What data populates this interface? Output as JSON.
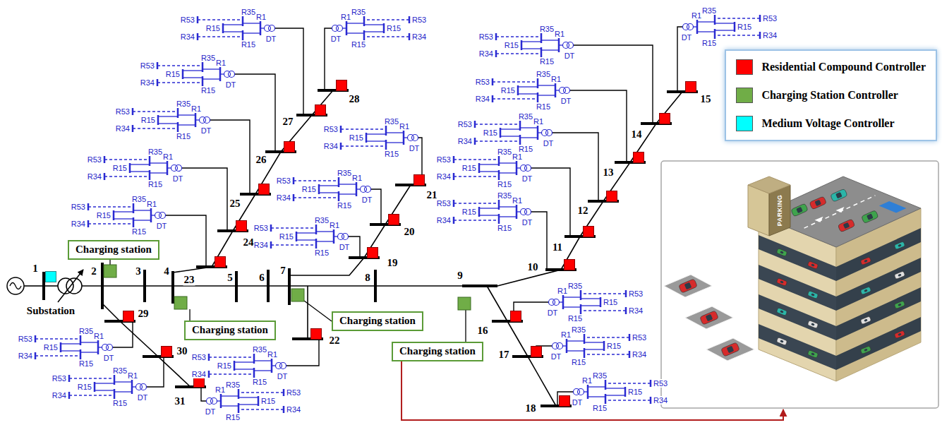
{
  "diagram": {
    "nodes": [
      {
        "text": [
          "Charging station"
        ]
      },
      {
        "text": [
          "Charging station"
        ]
      },
      {
        "text": [
          "Charging station"
        ]
      },
      {
        "text": [
          "Charging station"
        ]
      }
    ],
    "labels": [
      "1",
      "Substation",
      "2",
      "3",
      "4",
      "5",
      "6",
      "7",
      "8",
      "9",
      "10",
      "11",
      "12",
      "13",
      "14",
      "15",
      "16",
      "17",
      "18",
      "19",
      "20",
      "21",
      "22",
      "23",
      "24",
      "25",
      "26",
      "27",
      "28",
      "29",
      "30",
      "31",
      "R35",
      "R53",
      "R1",
      "R15",
      "R34",
      "R15",
      "DT",
      "R35",
      "R53",
      "R1",
      "R15",
      "R34",
      "R15",
      "DT",
      "R35",
      "R53",
      "R1",
      "R15",
      "R34",
      "R15",
      "DT",
      "R35",
      "R53",
      "R1",
      "R15",
      "R34",
      "R15",
      "DT",
      "R35",
      "R53",
      "R1",
      "R15",
      "R34",
      "R15",
      "DT",
      "R35",
      "R53",
      "R1",
      "R15",
      "R34",
      "R15",
      "DT",
      "R35",
      "R53",
      "R1",
      "R15",
      "R34",
      "R15",
      "DT",
      "R35",
      "R53",
      "R1",
      "R15",
      "R34",
      "R15",
      "DT",
      "R35",
      "R53",
      "R1",
      "R15",
      "R34",
      "R15",
      "DT",
      "R35",
      "R53",
      "R1",
      "R15",
      "R34",
      "R15",
      "DT",
      "R35",
      "R53",
      "R1",
      "R15",
      "R34",
      "R15",
      "DT",
      "R35",
      "R53",
      "R1",
      "R15",
      "R34",
      "R15",
      "DT",
      "R35",
      "R53",
      "R1",
      "R15",
      "R34",
      "R15",
      "DT",
      "R35",
      "R53",
      "R1",
      "R15",
      "R34",
      "R15",
      "DT",
      "R35",
      "R53",
      "R1",
      "R15",
      "R34",
      "R15",
      "DT",
      "R35",
      "R53",
      "R1",
      "R15",
      "R34",
      "R15",
      "DT",
      "R35",
      "R53",
      "R1",
      "R15",
      "R34",
      "R15",
      "DT",
      "R35",
      "R53",
      "R1",
      "R15",
      "R34",
      "R15",
      "DT",
      "R35",
      "R53",
      "R1",
      "R15",
      "R34",
      "R15",
      "DT",
      "R35",
      "R53",
      "R1",
      "R15",
      "R34",
      "R15",
      "DT",
      "R35",
      "R53",
      "R1",
      "R15",
      "R34",
      "R15",
      "DT",
      "R35",
      "R53",
      "R1",
      "R15",
      "R34",
      "R15",
      "DT",
      "PARKING"
    ],
    "legend": [
      {
        "text": "Residential Compound Controller",
        "color": "#ff0000"
      },
      {
        "text": "Charging Station Controller",
        "color": "#70ad47"
      },
      {
        "text": "Medium Voltage Controller",
        "color": "#00ffff"
      }
    ]
  }
}
